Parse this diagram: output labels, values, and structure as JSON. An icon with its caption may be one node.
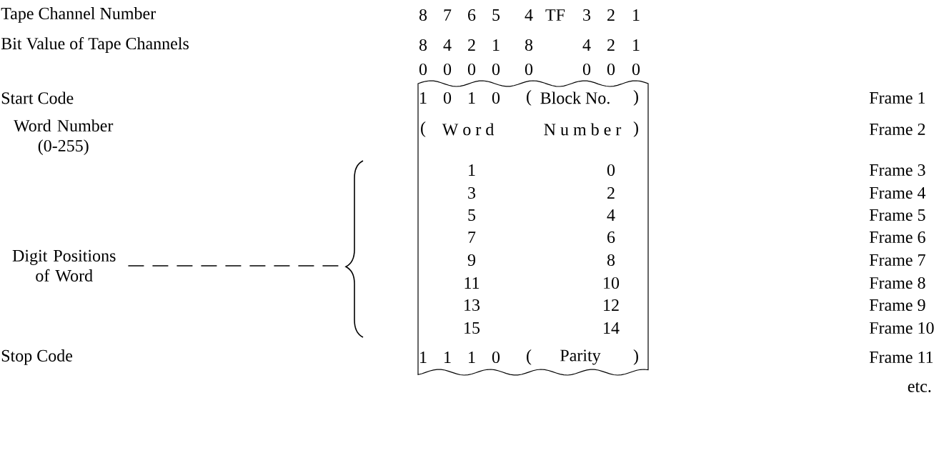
{
  "diagram": {
    "nodes": [
      {
        "text": [
          "Digit Positions of Word"
        ]
      },
      {
        "text": [],
        "shape": "brace"
      }
    ],
    "edges": [
      {
        "from": 0,
        "to": 1,
        "arrow": "none",
        "style": "dashed"
      }
    ],
    "labels": [
      "Tape Channel Number",
      "8",
      "7",
      "6",
      "5",
      "4",
      "TF",
      "3",
      "2",
      "1",
      "Bit Value of Tape Channels",
      "8",
      "4",
      "2",
      "1",
      "8",
      "4",
      "2",
      "1",
      "0",
      "0",
      "0",
      "0",
      "0",
      "0",
      "0",
      "0",
      "Start Code",
      "1",
      "0",
      "1",
      "0",
      "(",
      "Block No.",
      ")",
      "Frame 1",
      "Word Number (0-255)",
      "(",
      "W o r d",
      "N u m b e r",
      ")",
      "Frame 2",
      "1",
      "0",
      "Frame 3",
      "3",
      "2",
      "Frame 4",
      "5",
      "4",
      "Frame 5",
      "7",
      "6",
      "Frame 6",
      "9",
      "8",
      "Frame 7",
      "11",
      "10",
      "Frame 8",
      "13",
      "12",
      "Frame 9",
      "15",
      "14",
      "Frame 10",
      "Stop Code",
      "1",
      "1",
      "1",
      "0",
      "(",
      "Parity",
      ")",
      "Frame 11",
      "etc."
    ]
  }
}
